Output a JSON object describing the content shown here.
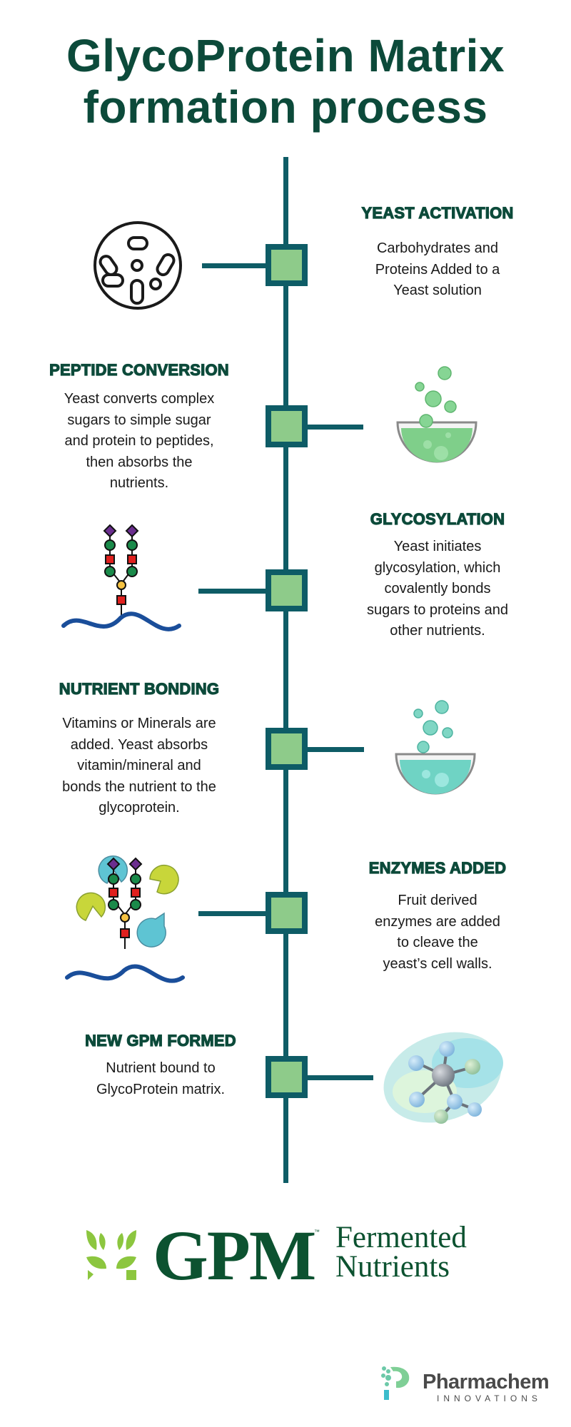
{
  "title": {
    "line1": "GlycoProtein Matrix",
    "line2": "formation process"
  },
  "steps": [
    {
      "heading": "YEAST ACTIVATION",
      "lines": [
        "Carbohydrates and",
        "Proteins Added to a",
        "Yeast solution"
      ],
      "icon": "yeast-cells-icon"
    },
    {
      "heading": "PEPTIDE CONVERSION",
      "lines": [
        "Yeast converts complex",
        "sugars to simple sugar",
        "and protein to peptides,",
        "then absorbs the",
        "nutrients."
      ],
      "icon": "bubbling-bowl-icon"
    },
    {
      "heading": "GLYCOSYLATION",
      "lines": [
        "Yeast initiates",
        "glycosylation, which",
        "covalently bonds",
        "sugars to proteins and",
        "other nutrients."
      ],
      "icon": "glycan-chain-icon"
    },
    {
      "heading": "NUTRIENT BONDING",
      "lines": [
        "Vitamins or Minerals are",
        "added. Yeast absorbs",
        "vitamin/mineral and",
        "bonds the nutrient to the",
        "glycoprotein."
      ],
      "icon": "bubbling-bowl-icon"
    },
    {
      "heading": "ENZYMES ADDED",
      "lines": [
        "Fruit derived",
        "enzymes are added",
        "to cleave the",
        "yeast’s cell walls."
      ],
      "icon": "glycan-enzymes-icon"
    },
    {
      "heading": "NEW GPM FORMED",
      "lines": [
        "Nutrient bound to",
        "GlycoProtein matrix."
      ],
      "icon": "molecule-icon"
    }
  ],
  "brand": {
    "gpm": "GPM",
    "tm": "™",
    "fermented": "Fermented",
    "nutrients": "Nutrients"
  },
  "company": {
    "name": "Pharmachem",
    "sub": "INNOVATIONS"
  },
  "colors": {
    "title": "#0c4a3a",
    "timeline": "#0e5c66",
    "node": "#8ecb8a",
    "brand": "#0c5230",
    "brand_light": "#8cc63f"
  }
}
